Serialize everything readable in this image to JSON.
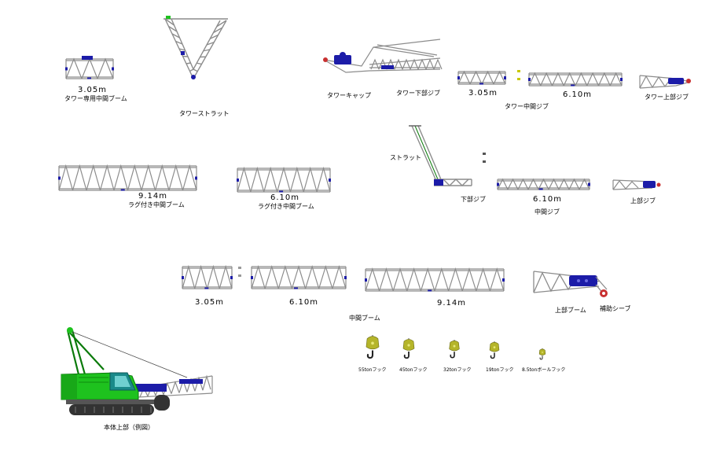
{
  "labels": {
    "tower_mid_boom_len": "3.05m",
    "tower_mid_boom": "タワー専用中間ブーム",
    "tower_strut": "タワーストラット",
    "tower_cap": "タワーキャップ",
    "tower_lower_jib": "タワー下部ジブ",
    "tower_jib_3": "3.05m",
    "tower_jib_6": "6.10m",
    "tower_mid_jib": "タワー中間ジブ",
    "tower_upper_jib": "タワー上部ジブ",
    "lug_boom_9_len": "9.14m",
    "lug_boom_9": "ラグ付き中間ブーム",
    "lug_boom_6_len": "6.10m",
    "lug_boom_6": "ラグ付き中間ブーム",
    "strut": "ストラット",
    "lower_jib": "下部ジブ",
    "mid_jib_len": "6.10m",
    "mid_jib": "中間ジブ",
    "upper_jib": "上部ジブ",
    "boom_3": "3.05m",
    "boom_6": "6.10m",
    "boom_9": "9.14m",
    "mid_boom": "中間ブーム",
    "upper_boom": "上部ブーム",
    "aux_sheave": "補助シーブ",
    "base_machine": "本体上部（例図）"
  },
  "hooks": [
    "55tonフック",
    "45tonフック",
    "32tonフック",
    "19tonフック",
    "8.5tonボールフック"
  ],
  "colors": {
    "lattice": "#8c8c8c",
    "fitting": "#1c1ca8",
    "body": "#1ec21e",
    "body_dark": "#0a7a0a",
    "track": "#333333",
    "hook": "#b5b52a",
    "pin": "#c8c800",
    "sheave": "#c83030"
  }
}
